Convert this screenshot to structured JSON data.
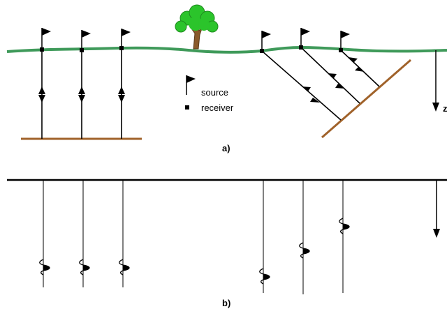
{
  "legend": {
    "source_label": "source",
    "receiver_label": "receiver"
  },
  "panel_a": {
    "caption": "a)"
  },
  "panel_b": {
    "caption": "b)"
  },
  "depth_axis_label": "z",
  "colors": {
    "ground_surface": "#3f9a5a",
    "reflector": "#a0622a",
    "ink": "#000000",
    "tree_foliage": "#2bc42b",
    "tree_trunk": "#8a5a2b"
  }
}
